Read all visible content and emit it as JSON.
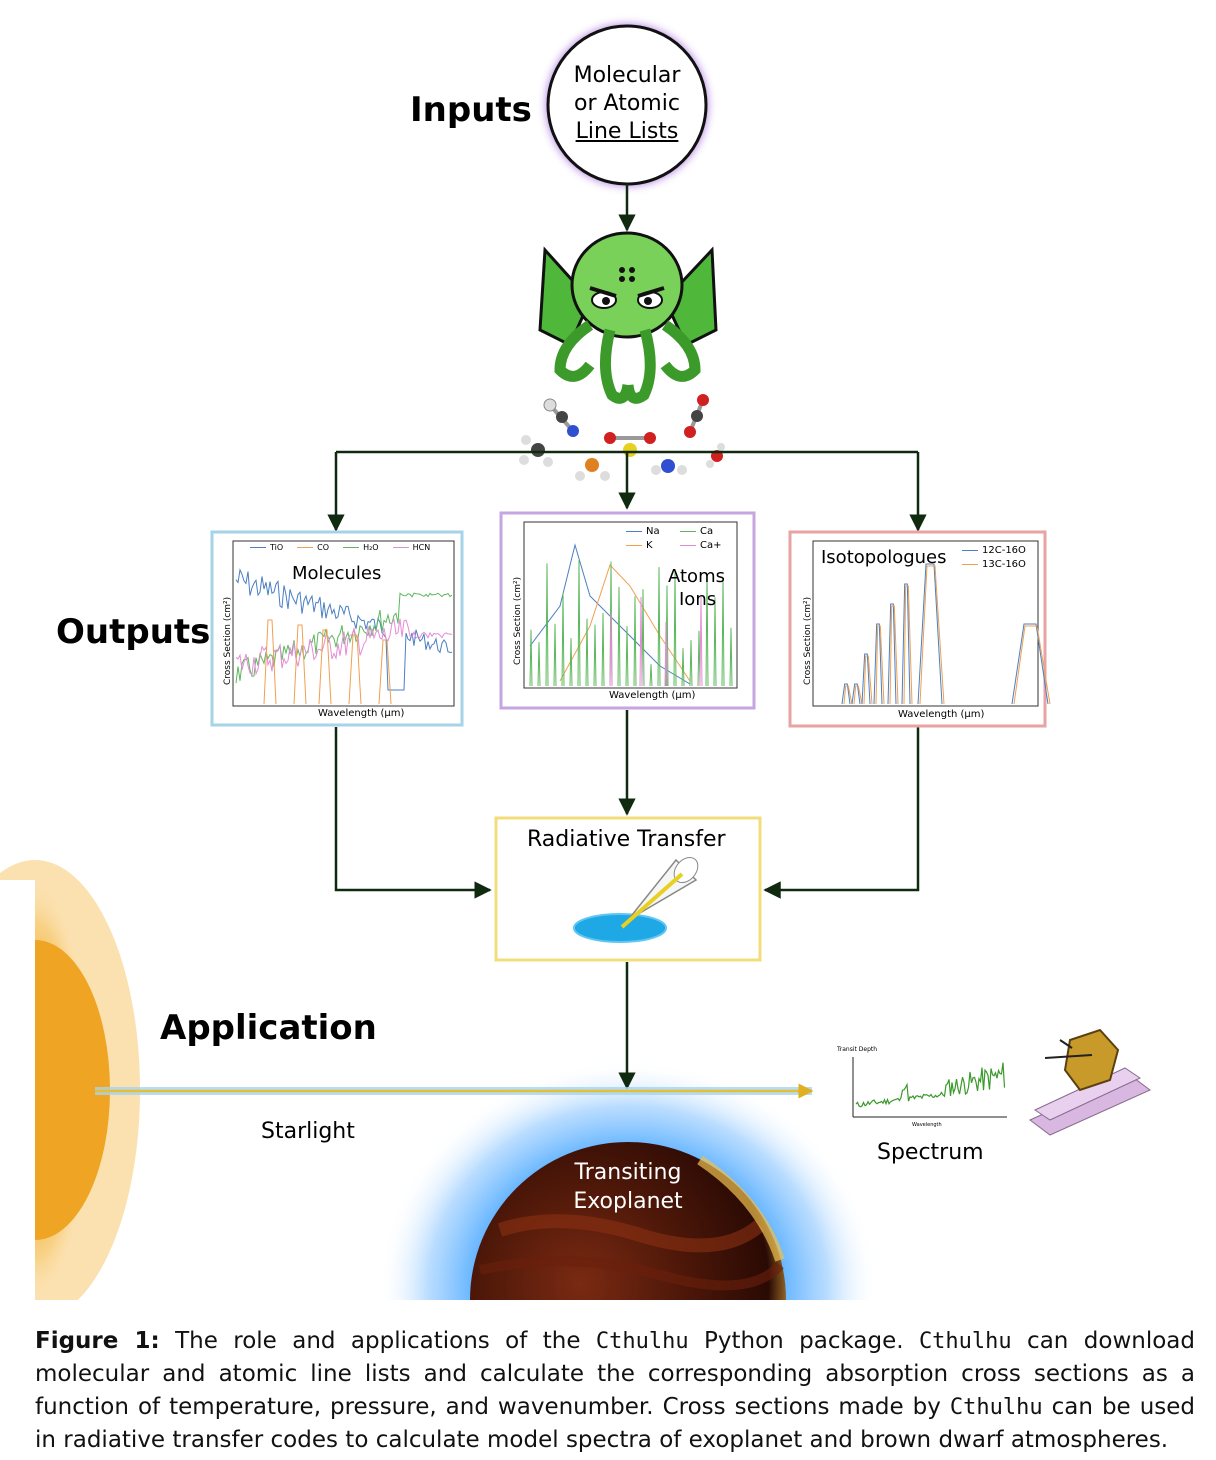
{
  "stages": {
    "inputs": "Inputs",
    "outputs": "Outputs",
    "application": "Application"
  },
  "input_node": {
    "line1": "Molecular",
    "line2": "or Atomic",
    "line3": "Line Lists"
  },
  "outputs": {
    "molecules": {
      "title": "Molecules",
      "ylabel": "Cross Section (cm²)",
      "xlabel": "Wavelength (μm)",
      "legend": [
        "TiO",
        "CO",
        "H₂O",
        "HCN"
      ],
      "colors": [
        "#4a7fc1",
        "#f0a050",
        "#5cb85c",
        "#e58bd6"
      ]
    },
    "atoms": {
      "title_line1": "Atoms",
      "title_line2": "Ions",
      "ylabel": "Cross Section (cm²)",
      "xlabel": "Wavelength (μm)",
      "legend": [
        "Na",
        "Ca",
        "K",
        "Ca+"
      ],
      "colors": [
        "#4a7fc1",
        "#5cb85c",
        "#f0a050",
        "#e58bd6"
      ]
    },
    "isotopologues": {
      "title": "Isotopologues",
      "ylabel": "Cross Section (cm²)",
      "xlabel": "Wavelength (μm)",
      "legend": [
        "12C-16O",
        "13C-16O"
      ],
      "colors": [
        "#4a7fc1",
        "#f0a050"
      ]
    }
  },
  "radiative_transfer": {
    "title": "Radiative Transfer"
  },
  "application": {
    "starlight": "Starlight",
    "exoplanet_line1": "Transiting",
    "exoplanet_line2": "Exoplanet",
    "spectrum": "Spectrum",
    "spectrum_ylabel": "Transit Depth",
    "spectrum_xlabel": "Wavelength"
  },
  "caption": {
    "label": "Figure 1:",
    "t1": " The role and applications of the ",
    "pkg": "Cthulhu",
    "t2": " Python package. ",
    "t3": " can download molecular and atomic line lists and calculate the corresponding absorption cross sections as a function of temperature, pressure, and wavenumber. Cross sections made by ",
    "t4": " can be used in radiative transfer codes to calculate model spectra of exoplanet and brown dwarf atmospheres."
  }
}
